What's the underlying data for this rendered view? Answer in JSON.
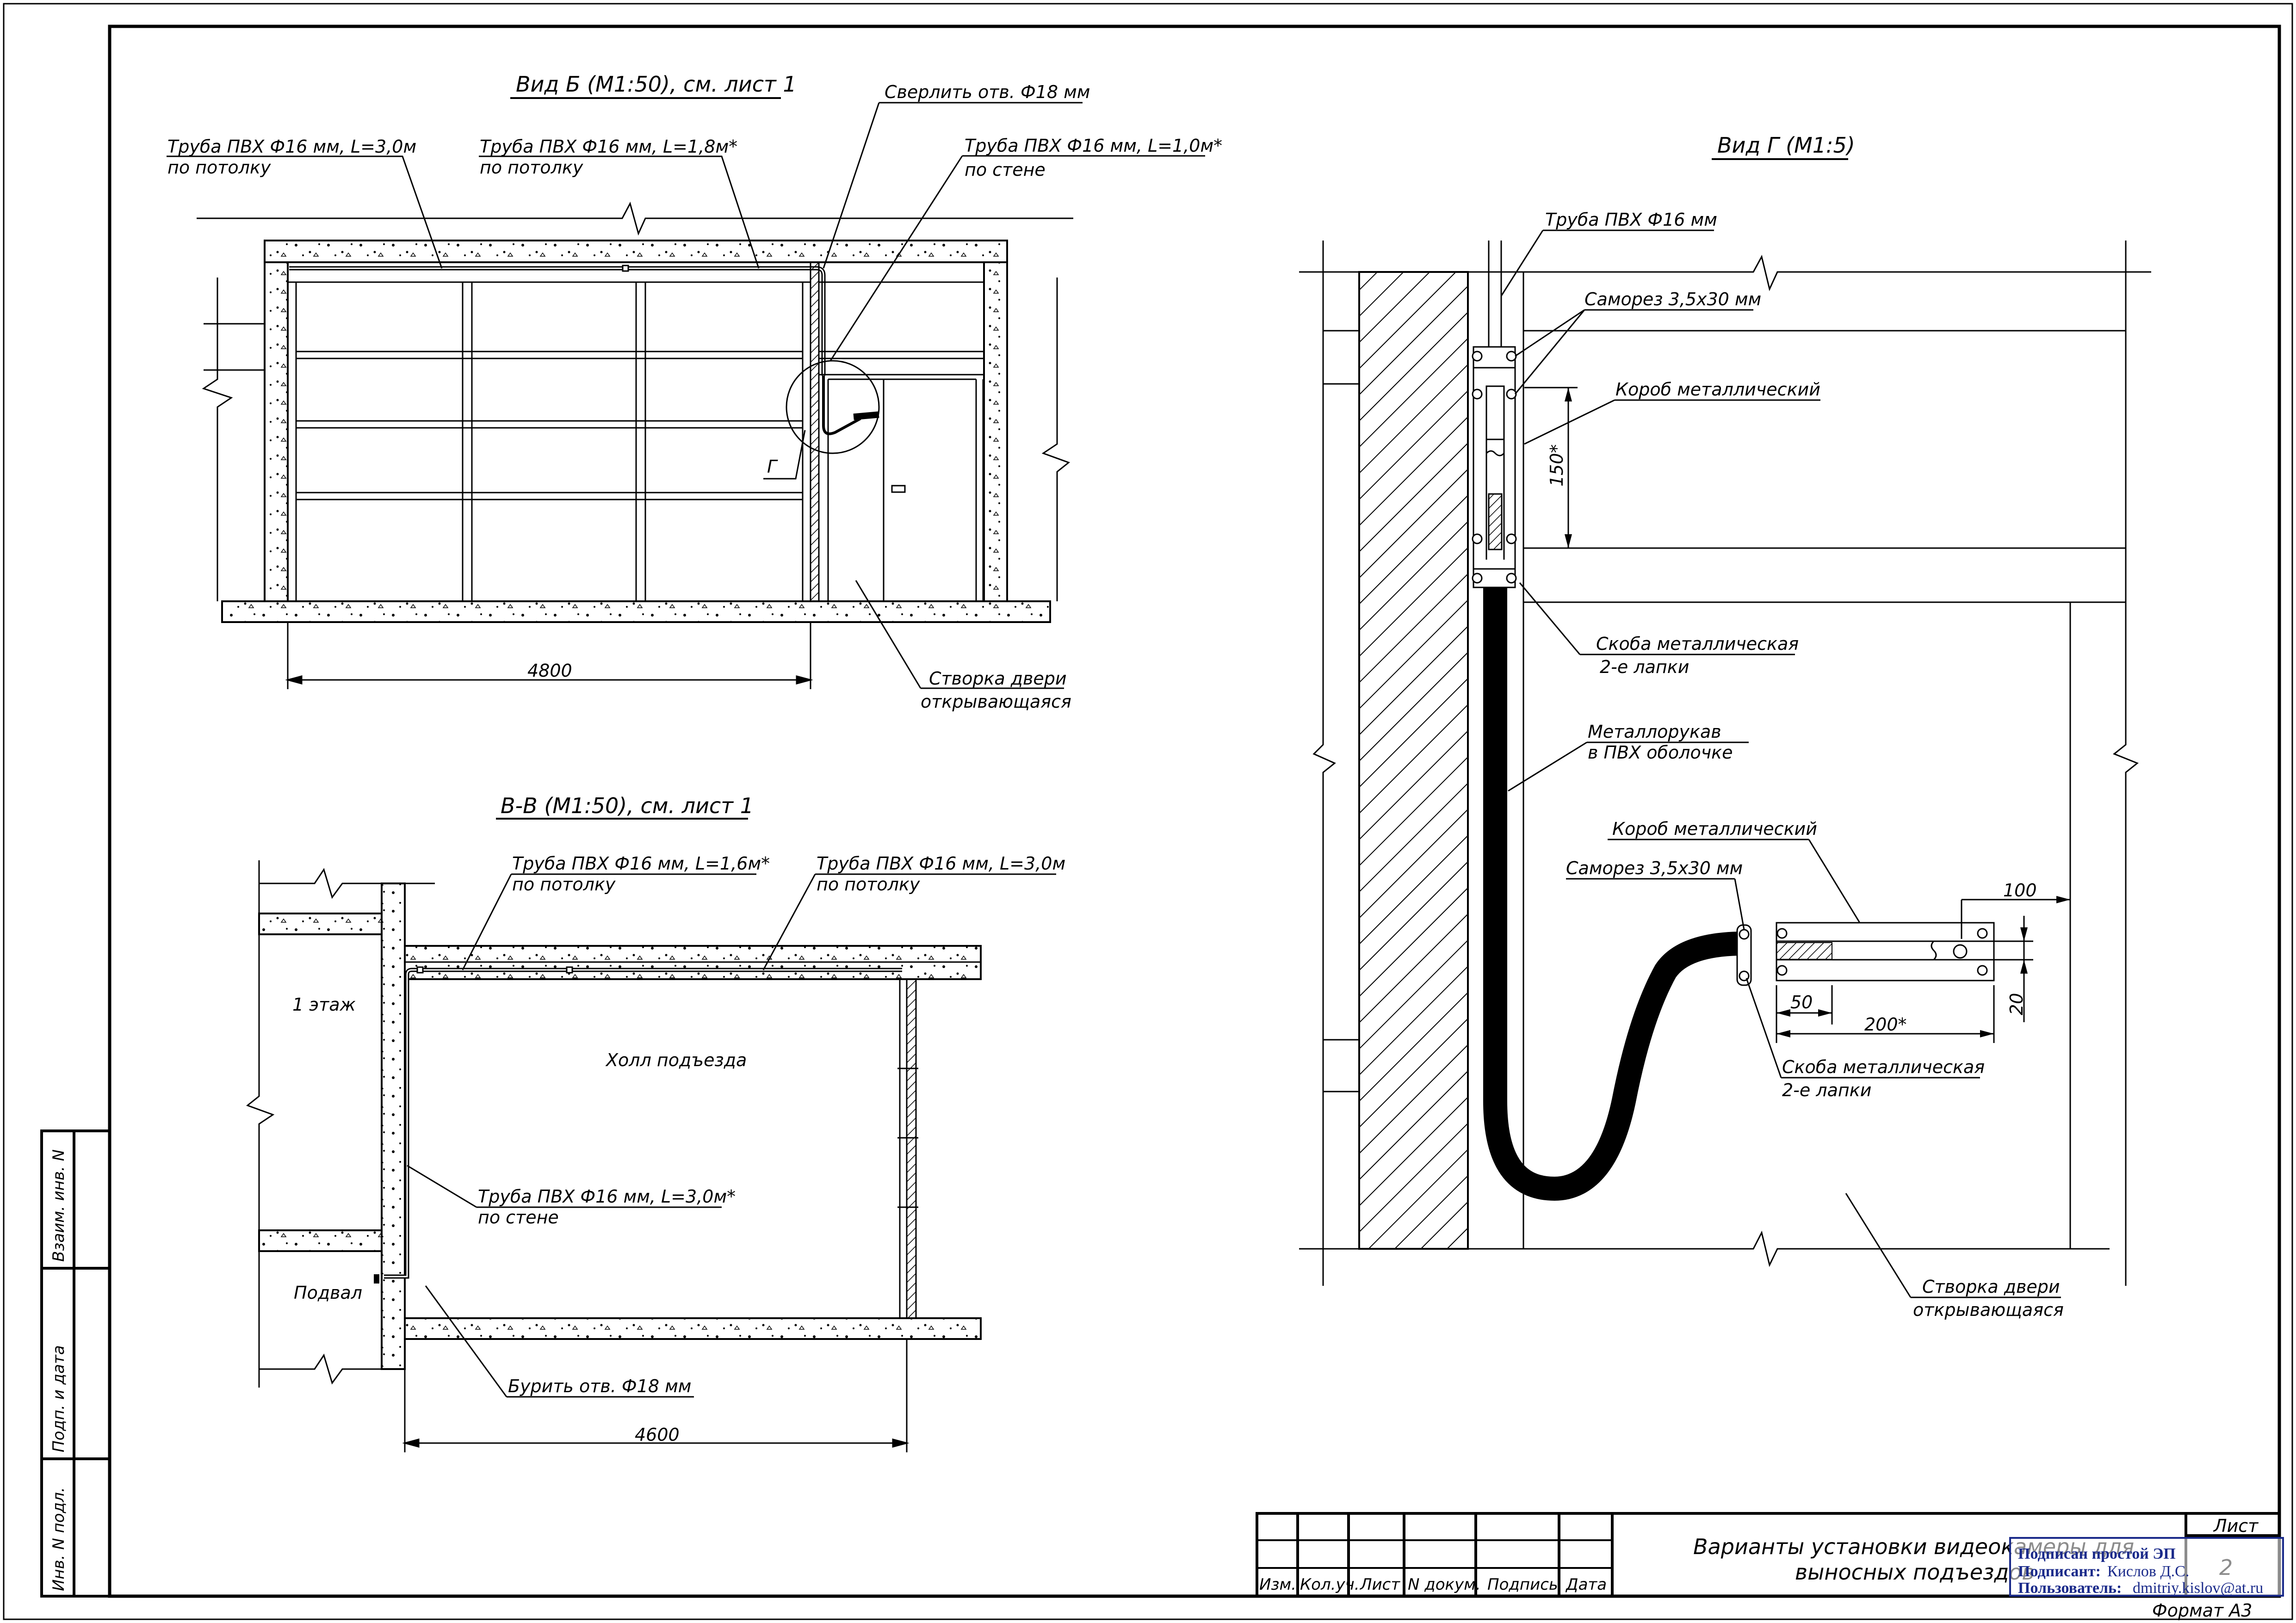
{
  "views": {
    "view_b": {
      "title": "Вид Б (М1:50), см. лист 1",
      "labels": {
        "drill": "Сверлить отв. Ф18 мм",
        "pipe1_l1": "Труба ПВХ Ф16 мм, L=3,0м",
        "pipe1_l2": "по потолку",
        "pipe2_l1": "Труба ПВХ Ф16 мм, L=1,8м*",
        "pipe2_l2": "по потолку",
        "pipe3_l1": "Труба ПВХ Ф16 мм, L=1,0м*",
        "pipe3_l2": "по стене",
        "callout": "Г",
        "door_l1": "Створка двери",
        "door_l2": "открывающаяся"
      },
      "dimension": "4800"
    },
    "view_vv": {
      "title": "В-В (М1:50), см. лист 1",
      "labels": {
        "pipe1_l1": "Труба ПВХ Ф16 мм, L=1,6м*",
        "pipe1_l2": "по потолку",
        "pipe2_l1": "Труба ПВХ Ф16 мм, L=3,0м",
        "pipe2_l2": "по потолку",
        "floor1": "1 этаж",
        "hall": "Холл подъезда",
        "pipe3_l1": "Труба ПВХ Ф16 мм, L=3,0м*",
        "pipe3_l2": "по стене",
        "basement": "Подвал",
        "drill": "Бурить отв. Ф18 мм"
      },
      "dimension": "4600"
    },
    "view_g": {
      "title": "Вид Г (М1:5)",
      "labels": {
        "pipe": "Труба ПВХ Ф16 мм",
        "screw_top": "Саморез 3,5х30 мм",
        "box_top": "Короб металлический",
        "dim_150": "150*",
        "bracket_top_l1": "Скоба металлическая",
        "bracket_top_l2": "2-е лапки",
        "hose_l1": "Металлорукав",
        "hose_l2": "в ПВХ оболочке",
        "box_bottom": "Короб металлический",
        "screw_bottom": "Саморез 3,5х30 мм",
        "dim_100": "100",
        "dim_50": "50",
        "dim_200": "200*",
        "dim_20": "20",
        "bracket_bottom_l1": "Скоба металлическая",
        "bracket_bottom_l2": "2-е лапки",
        "door_l1": "Створка двери",
        "door_l2": "открывающаяся"
      }
    }
  },
  "side_stamp": {
    "col1": "Взаим. инв. N",
    "col2": "Подп. и дата",
    "col3": "Инв. N подл."
  },
  "title_block": {
    "headers": [
      "Изм.",
      "Кол.уч.",
      "Лист",
      "N докум.",
      "Подпись",
      "Дата"
    ],
    "title_l1": "Варианты установки видеокамеры для",
    "title_l2": "выносных подъездов",
    "sheet_label": "Лист",
    "sheet_number": "2",
    "format": "Формат А3"
  },
  "signature": {
    "line1": "Подписан простой ЭП",
    "line2_label": "Подписант:",
    "line2_value": "Кислов Д.С.",
    "line3_label": "Пользователь:",
    "line3_value": "dmitriy.kislov@at.ru"
  }
}
